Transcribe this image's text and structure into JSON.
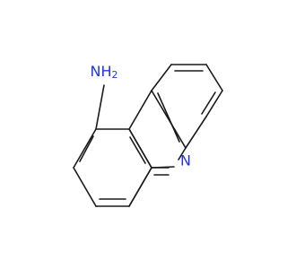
{
  "molecule": {
    "atoms": {
      "amine_N": {
        "symbol": "N",
        "label_main": "N",
        "label_sub": "H",
        "label_sub2": "2",
        "color": "#1e33e6"
      },
      "ring_N": {
        "symbol": "N",
        "label": "N",
        "color": "#1e33e6"
      }
    },
    "bond_color": "#1a1a1a"
  }
}
